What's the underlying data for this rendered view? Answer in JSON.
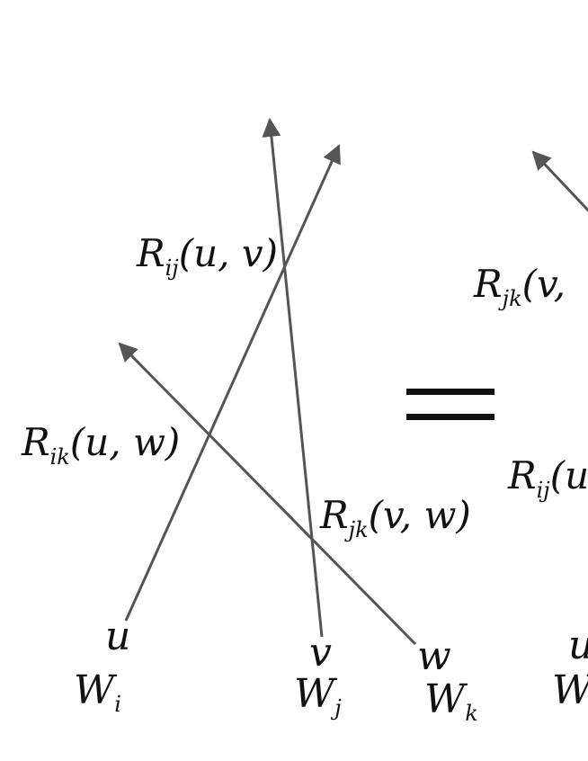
{
  "labels": {
    "r_ij_left": {
      "main": "R",
      "sub": "ij",
      "args": "(u, v)"
    },
    "r_ik_left": {
      "main": "R",
      "sub": "ik",
      "args": "(u, w)"
    },
    "r_jk_left": {
      "main": "R",
      "sub": "jk",
      "args": "(v, w)"
    },
    "r_jk_right": {
      "main": "R",
      "sub": "jk",
      "args": "(v,"
    },
    "r_ij_right": {
      "main": "R",
      "sub": "ij",
      "args": "(u"
    }
  },
  "spectral": {
    "u": "u",
    "v": "v",
    "w": "w",
    "u_right": "u"
  },
  "spaces": {
    "wi": {
      "main": "W",
      "sub": "i"
    },
    "wj": {
      "main": "W",
      "sub": "j"
    },
    "wk": {
      "main": "W",
      "sub": "k"
    },
    "w_right": {
      "main": "W",
      "sub": ""
    }
  }
}
